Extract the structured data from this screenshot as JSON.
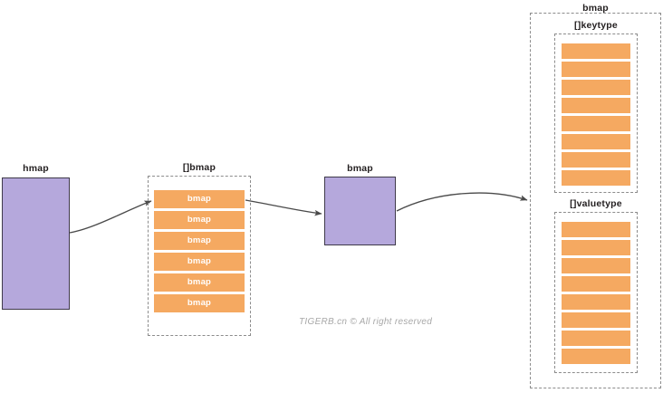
{
  "diagram": {
    "title_watermark": "TIGERB.cn © All right reserved",
    "colors": {
      "purple_fill": "#b5a8dc",
      "purple_stroke": "#3f3a4a",
      "orange_fill": "#f5a961",
      "dashed_stroke": "#8c8c8c",
      "arrow_stroke": "#4a4a4a",
      "label_text": "#231f20",
      "bar_text": "#ffffff",
      "watermark_text": "#a8a8a8",
      "background": "#ffffff"
    },
    "nodes": {
      "hmap": {
        "label": "hmap",
        "shape": "rectangle",
        "fill": "purple"
      },
      "bmap_slice": {
        "label": "[]bmap",
        "shape": "dashed-container",
        "cells": [
          {
            "label": "bmap"
          },
          {
            "label": "bmap"
          },
          {
            "label": "bmap"
          },
          {
            "label": "bmap"
          },
          {
            "label": "bmap"
          },
          {
            "label": "bmap"
          }
        ]
      },
      "bmap_single": {
        "label": "bmap",
        "shape": "rectangle",
        "fill": "purple"
      },
      "bmap_detail": {
        "label": "bmap",
        "shape": "dashed-container",
        "groups": [
          {
            "label": "[]keytype",
            "cells": [
              {
                "label": ""
              },
              {
                "label": ""
              },
              {
                "label": ""
              },
              {
                "label": ""
              },
              {
                "label": ""
              },
              {
                "label": ""
              },
              {
                "label": ""
              },
              {
                "label": ""
              }
            ]
          },
          {
            "label": "[]valuetype",
            "cells": [
              {
                "label": ""
              },
              {
                "label": ""
              },
              {
                "label": ""
              },
              {
                "label": ""
              },
              {
                "label": ""
              },
              {
                "label": ""
              },
              {
                "label": ""
              },
              {
                "label": ""
              }
            ]
          }
        ]
      }
    },
    "arrows": [
      {
        "from": "hmap",
        "to": "bmap_slice"
      },
      {
        "from": "bmap_slice",
        "to": "bmap_single"
      },
      {
        "from": "bmap_single",
        "to": "bmap_detail"
      }
    ]
  }
}
